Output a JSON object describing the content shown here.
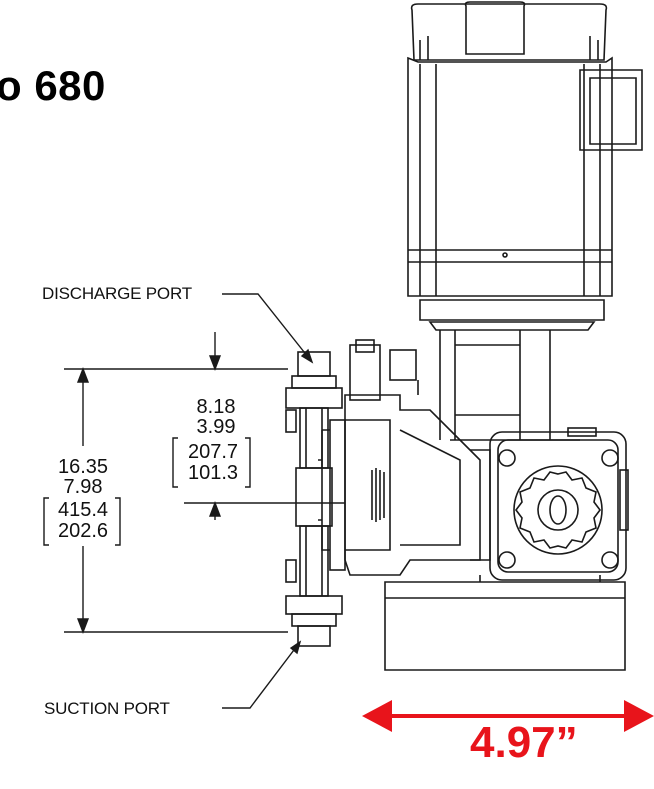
{
  "title": "o 680",
  "labels": {
    "discharge_port": "DISCHARGE PORT",
    "suction_port": "SUCTION PORT"
  },
  "dim_inner": {
    "in_a": "8.18",
    "in_b": "3.99",
    "mm_a": "207.7",
    "mm_b": "101.3"
  },
  "dim_outer": {
    "in_a": "16.35",
    "in_b": "7.98",
    "mm_a": "415.4",
    "mm_b": "202.6"
  },
  "width_dimension": "4.97”",
  "colors": {
    "arrow": "#e8141b",
    "line": "#1a1a1a"
  }
}
